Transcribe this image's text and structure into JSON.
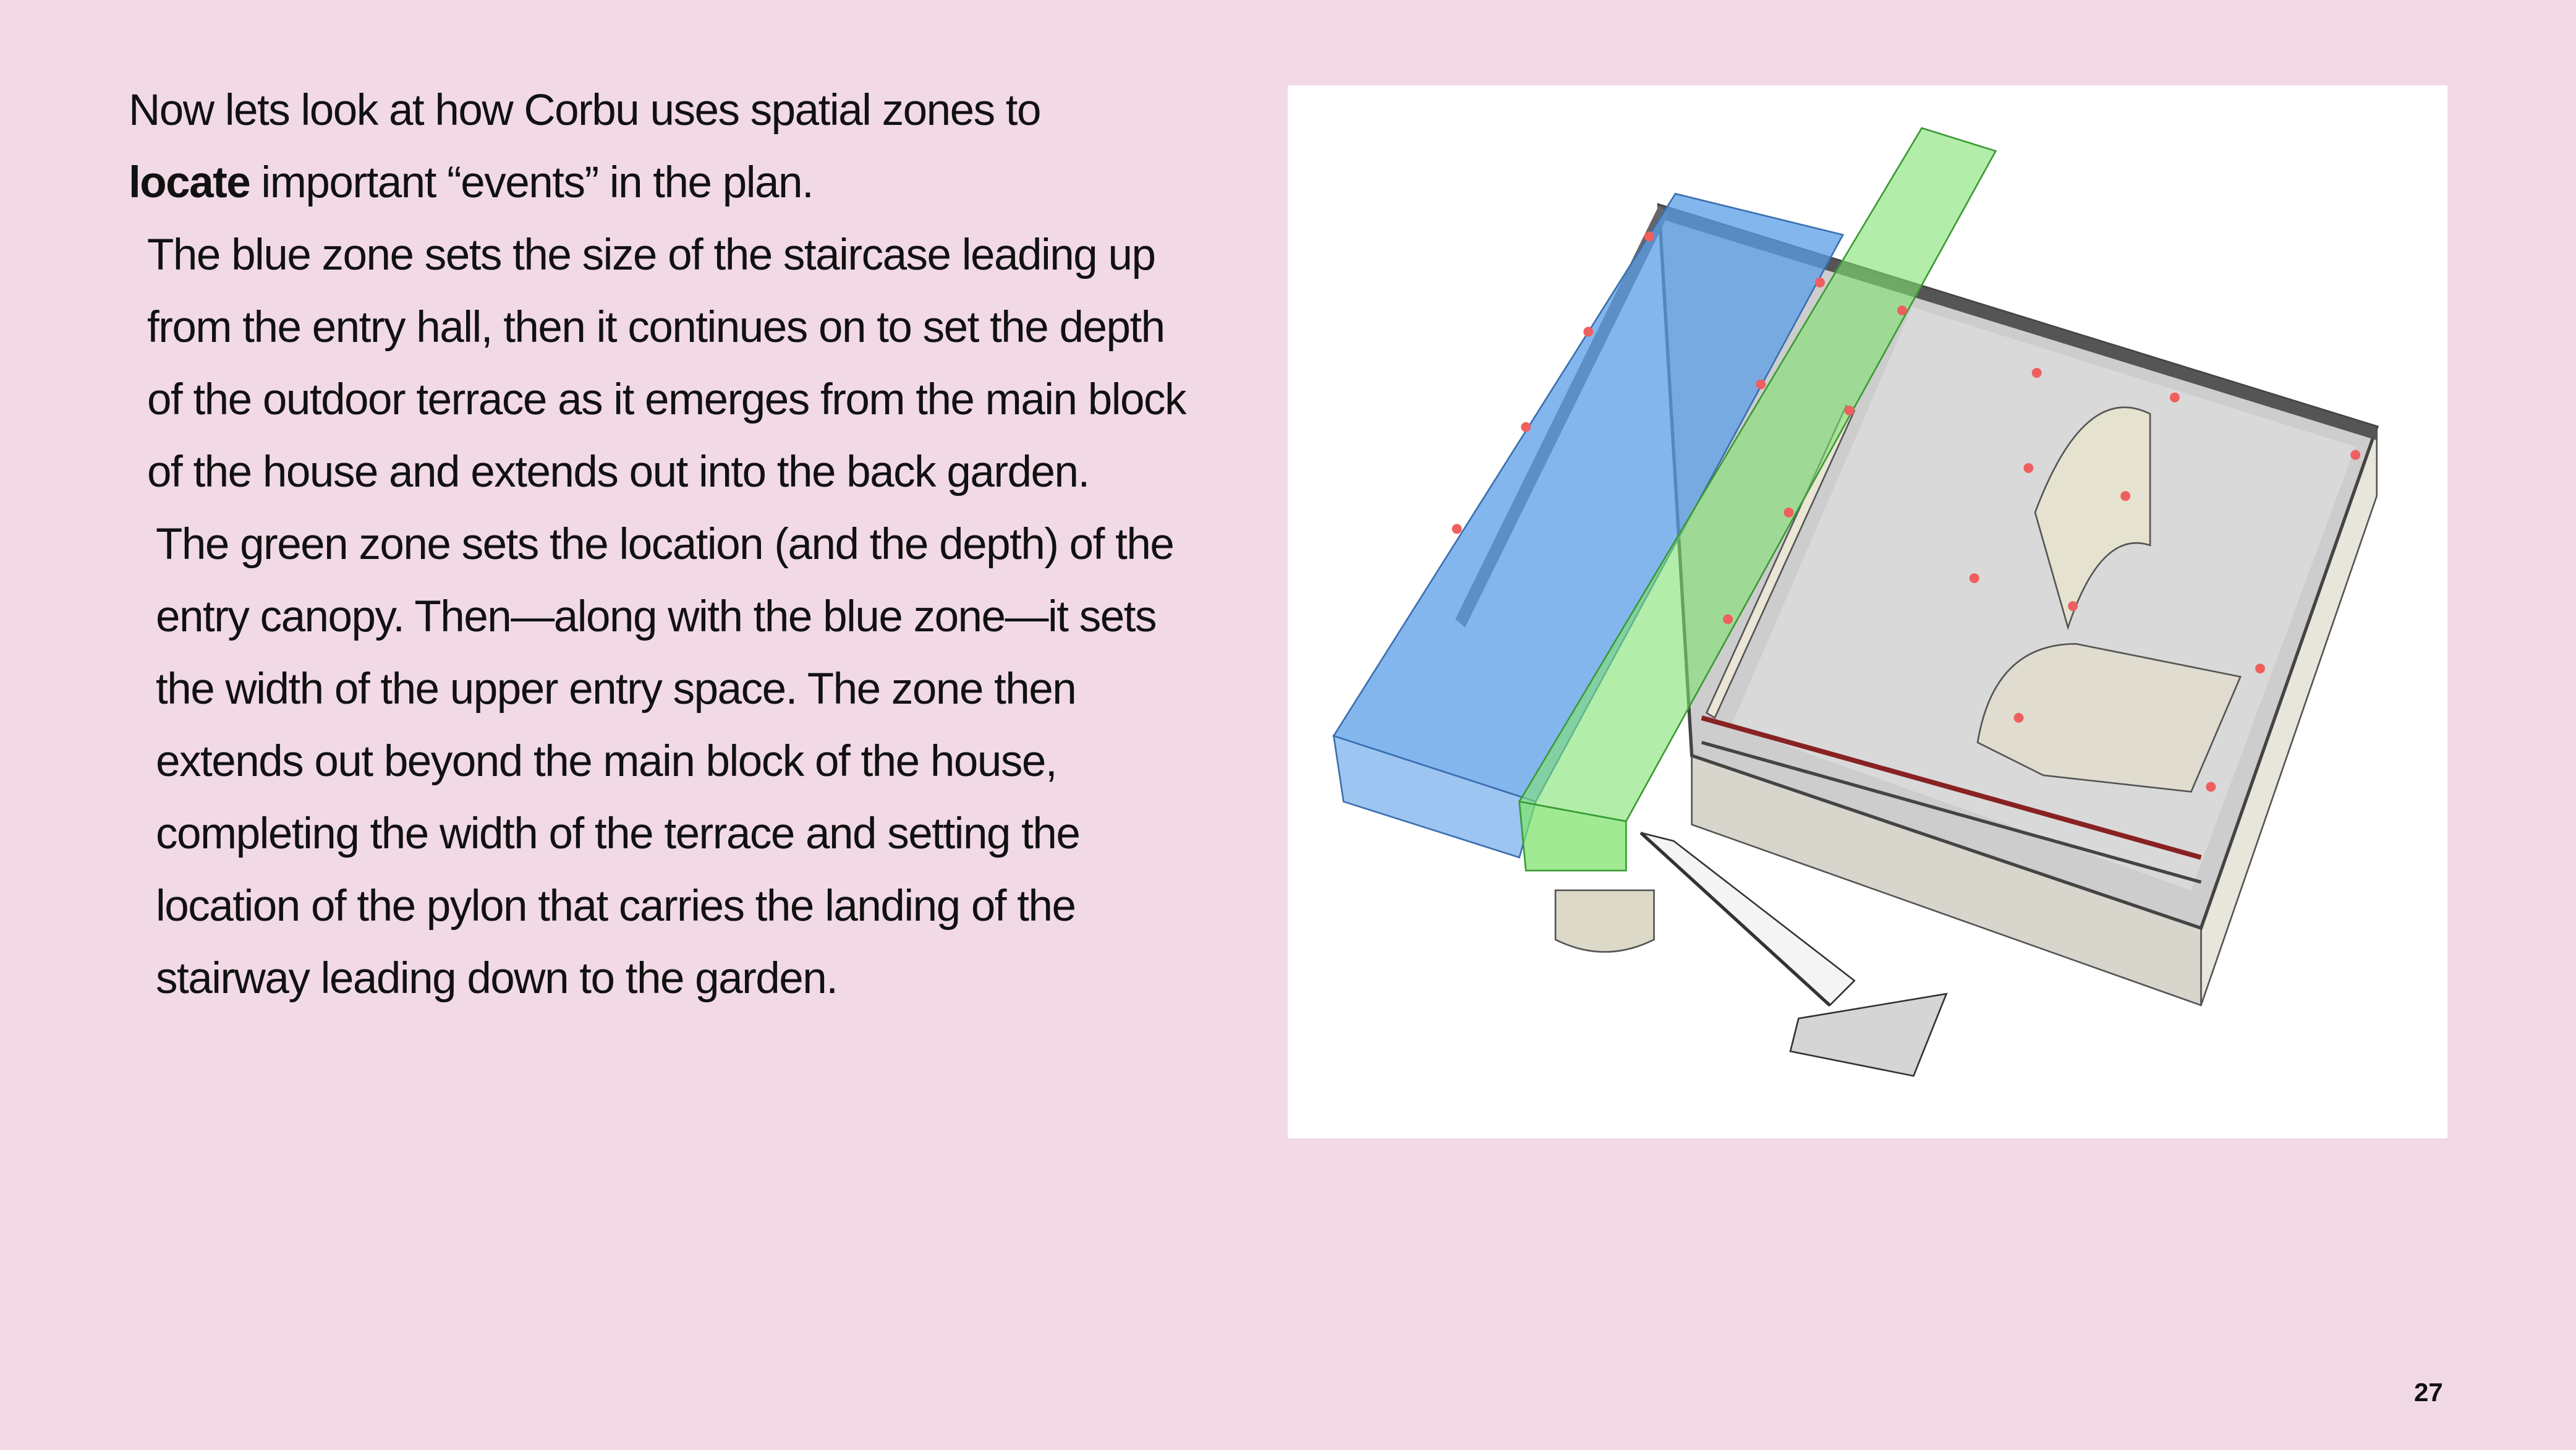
{
  "paragraphs": {
    "p1_pre": "",
    "p1_bold": "locate",
    "p1_line1": "Now lets look at how Corbu uses spatial zones to",
    "p1_line2_rest": " important “events” in the plan.",
    "p2": "The blue zone sets the size of the staircase leading up from the entry hall, then it continues on to set the depth of the outdoor terrace as it emerges from the main block of the house and extends out into the back garden.",
    "p3": "The green zone sets the location (and the depth) of the entry canopy. Then—along with the blue zone—it sets the width of the upper entry space. The zone then extends out beyond the main block of the house, completing the width of the terrace and setting the location of the pylon that carries the landing of the stairway leading down to the garden."
  },
  "page_number": "27",
  "colors": {
    "background": "#f1d9e6",
    "blue_zone": "#5b9ee8",
    "green_zone": "#7fe36f"
  }
}
